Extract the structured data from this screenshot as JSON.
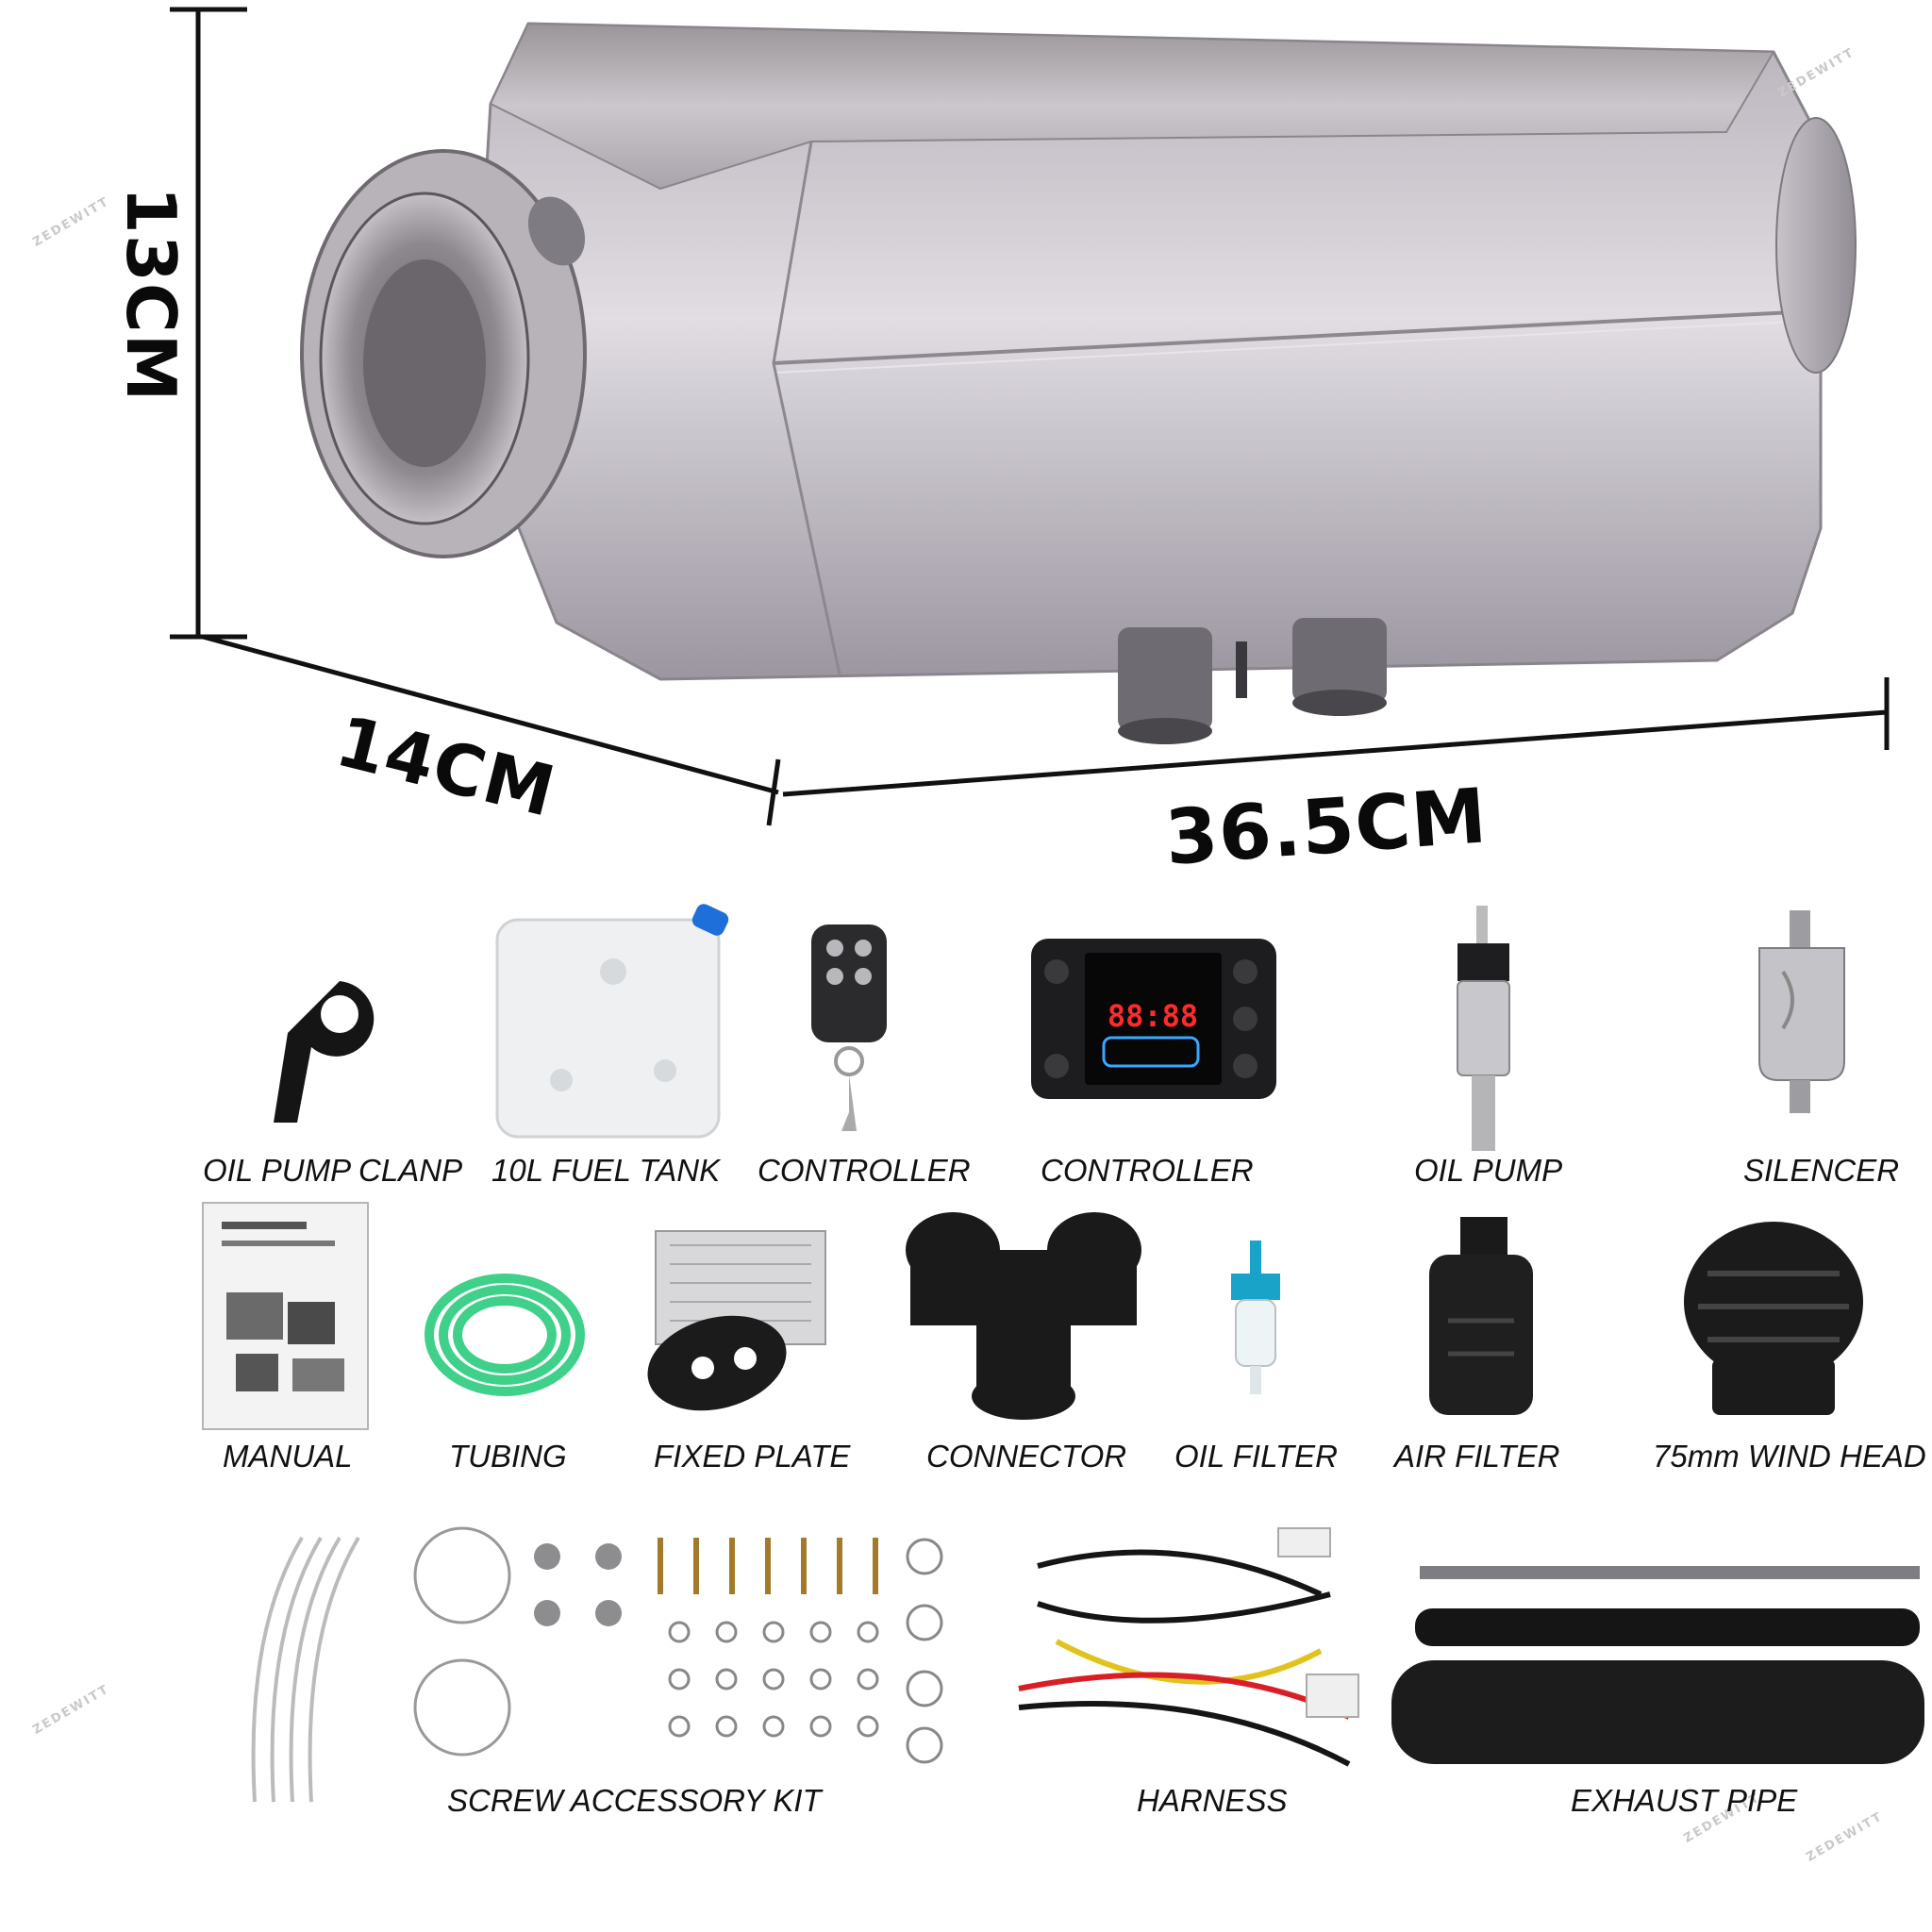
{
  "dimensions": {
    "height": "13CM",
    "depth": "14CM",
    "length": "36.5CM"
  },
  "watermark": "ZEDEWITT",
  "parts_row1": [
    {
      "label": "OIL PUMP CLANP",
      "icon": "wrench-clamp-icon"
    },
    {
      "label": "10L FUEL TANK",
      "icon": "fuel-tank-icon"
    },
    {
      "label": "CONTROLLER",
      "icon": "remote-key-icon"
    },
    {
      "label": "CONTROLLER",
      "icon": "lcd-controller-icon"
    },
    {
      "label": "OIL PUMP",
      "icon": "oil-pump-icon"
    },
    {
      "label": "SILENCER",
      "icon": "silencer-icon"
    }
  ],
  "parts_row2": [
    {
      "label": "MANUAL",
      "icon": "manual-icon"
    },
    {
      "label": "TUBING",
      "icon": "tubing-coil-icon"
    },
    {
      "label": "FIXED PLATE",
      "icon": "fixed-plate-icon"
    },
    {
      "label": "CONNECTOR",
      "icon": "t-connector-icon"
    },
    {
      "label": "OIL FILTER",
      "icon": "oil-filter-icon"
    },
    {
      "label": "AIR FILTER",
      "icon": "air-filter-icon"
    },
    {
      "label": "75mm WIND HEAD",
      "icon": "wind-head-icon"
    }
  ],
  "parts_row3": [
    {
      "label": "SCREW ACCESSORY KIT",
      "icon": "screw-kit-icon"
    },
    {
      "label": "HARNESS",
      "icon": "harness-icon"
    },
    {
      "label": "EXHAUST PIPE",
      "icon": "exhaust-pipe-icon"
    }
  ],
  "controller_display": "88:88",
  "colors": {
    "steel_light": "#d9d6dc",
    "steel_dark": "#8f8a92",
    "tubing_green": "#3fd08a",
    "filter_cyan": "#1aa3c8",
    "tank_cap_blue": "#1e6fd9",
    "wire_red": "#d91f26"
  }
}
